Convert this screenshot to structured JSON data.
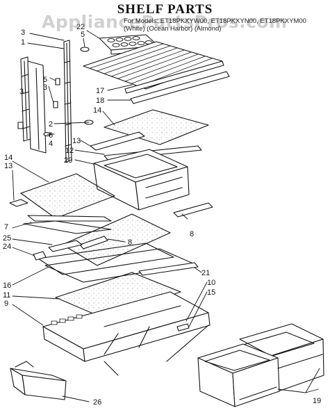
{
  "title": "SHELF PARTS",
  "watermark": "AppliancePartsPros.com",
  "models": {
    "line1": "For Models: ET18PKXYW00, ET18PKXYN00, ET18PKXYM00",
    "line2": "(White)          (Ocean Harbor)          (Almond)"
  },
  "callouts": [
    {
      "id": "c-22",
      "text": "22"
    },
    {
      "id": "c-5a",
      "text": "5"
    },
    {
      "id": "c-3a",
      "text": "3"
    },
    {
      "id": "c-1",
      "text": "1"
    },
    {
      "id": "c-5b",
      "text": "5"
    },
    {
      "id": "c-3b",
      "text": "3"
    },
    {
      "id": "c-3c",
      "text": "3"
    },
    {
      "id": "c-2",
      "text": "2"
    },
    {
      "id": "c-6",
      "text": "6"
    },
    {
      "id": "c-4",
      "text": "4"
    },
    {
      "id": "c-17",
      "text": "17"
    },
    {
      "id": "c-18",
      "text": "18"
    },
    {
      "id": "c-14a",
      "text": "14"
    },
    {
      "id": "c-13a",
      "text": "13"
    },
    {
      "id": "c-12",
      "text": "12"
    },
    {
      "id": "c-20",
      "text": "20"
    },
    {
      "id": "c-14b",
      "text": "14"
    },
    {
      "id": "c-13b",
      "text": "13"
    },
    {
      "id": "c-7",
      "text": "7"
    },
    {
      "id": "c-25",
      "text": "25"
    },
    {
      "id": "c-24",
      "text": "24"
    },
    {
      "id": "c-8a",
      "text": "8"
    },
    {
      "id": "c-8b",
      "text": "8"
    },
    {
      "id": "c-16",
      "text": "16"
    },
    {
      "id": "c-11",
      "text": "11"
    },
    {
      "id": "c-9",
      "text": "9"
    },
    {
      "id": "c-21",
      "text": "21"
    },
    {
      "id": "c-10",
      "text": "10"
    },
    {
      "id": "c-15",
      "text": "15"
    },
    {
      "id": "c-19",
      "text": "19"
    },
    {
      "id": "c-26",
      "text": "26"
    }
  ]
}
